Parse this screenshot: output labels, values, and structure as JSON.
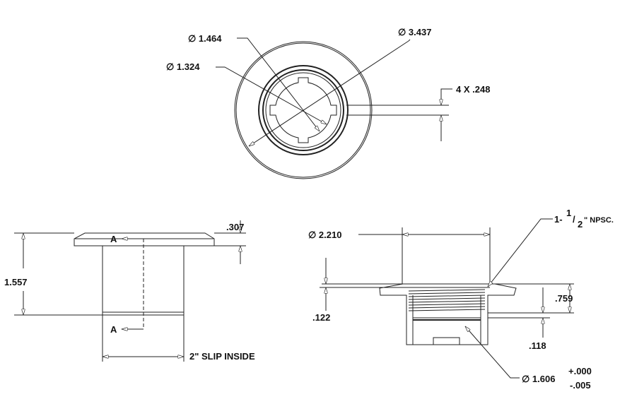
{
  "top_view": {
    "outer_diameter": "∅ 3.437",
    "diameter_1464": "∅ 1.464",
    "diameter_1324": "∅ 1.324",
    "slot_width": "4 X .248"
  },
  "side_view": {
    "height": "1.557",
    "flange_thickness": ".307",
    "section_marker_top": "A",
    "section_marker_bottom": "A",
    "slip_label": "2\" SLIP INSIDE"
  },
  "section_view": {
    "diameter_2210": "∅ 2.210",
    "thread_whole": "1-",
    "thread_num": "1",
    "thread_slash": "/",
    "thread_den": "2",
    "thread_suffix": "\" NPSC.",
    "flange_height": ".122",
    "thread_length": ".759",
    "step_height": ".118",
    "bore_diameter": "∅ 1.606",
    "tol_plus": "+.000",
    "tol_minus": "-.005"
  }
}
